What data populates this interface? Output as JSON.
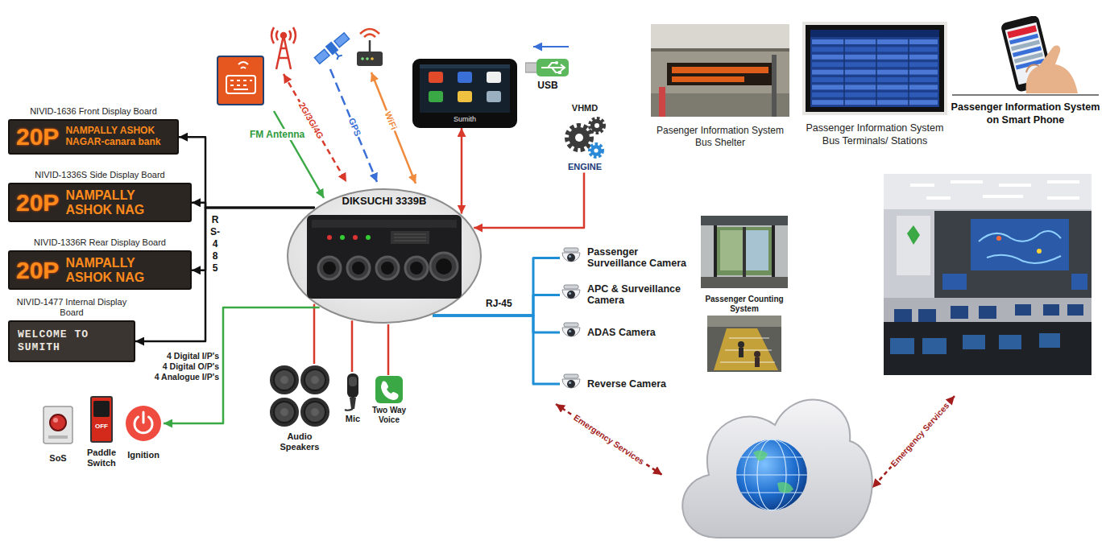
{
  "diagram": {
    "nodes": [
      {
        "text": [
          "NIVID-1636 Front Display Board",
          "20P",
          "NAMPALLY ASHOK NAGAR-canara bank"
        ]
      },
      {
        "text": [
          "NIVID-1336S Side Display Board",
          "20P",
          "NAMPALLY ASHOK NAG"
        ]
      },
      {
        "text": [
          "NIVID-1336R Rear Display Board",
          "20P",
          "NAMPALLY ASHOK NAG"
        ]
      },
      {
        "text": [
          "NIVID-1477 Internal Display Board",
          "WELCOME TO SUMITH"
        ]
      },
      {
        "text": [
          "DIKSUCHI 3339B"
        ]
      },
      {
        "text": [
          "Sumith"
        ]
      },
      {
        "text": [
          "USB"
        ]
      },
      {
        "text": [
          "VHMD",
          "ENGINE"
        ]
      },
      {
        "text": [
          "Passenger Surveillance Camera"
        ]
      },
      {
        "text": [
          "APC & Surveillance Camera"
        ]
      },
      {
        "text": [
          "ADAS Camera"
        ]
      },
      {
        "text": [
          "Reverse Camera"
        ]
      },
      {
        "text": [
          "Audio Speakers"
        ]
      },
      {
        "text": [
          "Mic"
        ]
      },
      {
        "text": [
          "Two Way Voice"
        ]
      },
      {
        "text": [
          "SoS"
        ]
      },
      {
        "text": [
          "OFF",
          "Paddle Switch"
        ]
      },
      {
        "text": [
          "Ignition"
        ]
      },
      {
        "text": [
          "Passenger Counting System"
        ]
      },
      {
        "text": [
          "Pasenger Information System Bus Shelter"
        ]
      },
      {
        "text": [
          "Passenger Information System Bus Terminals/ Stations"
        ]
      },
      {
        "text": [
          "Passenger Information System on Smart Phone"
        ]
      }
    ],
    "edges": [
      {
        "from": 4,
        "to": 0,
        "arrow": "to"
      },
      {
        "from": 4,
        "to": 1,
        "arrow": "to"
      },
      {
        "from": 4,
        "to": 2,
        "arrow": "to"
      },
      {
        "from": 4,
        "to": 3,
        "arrow": "to"
      },
      {
        "from": 4,
        "to": 5,
        "arrow": "both"
      },
      {
        "from": 7,
        "to": 4,
        "arrow": "to"
      },
      {
        "from": 4,
        "to": 8,
        "arrow": "none"
      },
      {
        "from": 4,
        "to": 9,
        "arrow": "none"
      },
      {
        "from": 4,
        "to": 10,
        "arrow": "none"
      },
      {
        "from": 4,
        "to": 11,
        "arrow": "none"
      },
      {
        "from": 4,
        "to": 12,
        "arrow": "none"
      },
      {
        "from": 4,
        "to": 13,
        "arrow": "none"
      },
      {
        "from": 4,
        "to": 14,
        "arrow": "none"
      },
      {
        "from": 4,
        "to": 17,
        "arrow": "to"
      }
    ],
    "labels": [
      "FM Antenna",
      "2G/3G/4G",
      "GPS",
      "WiFi",
      "RS-485",
      "RJ-45",
      "4 Digital I/P's",
      "4 Digital O/P's",
      "4 Analogue I/P's",
      "Emergency Services",
      "Emergency Services"
    ]
  }
}
